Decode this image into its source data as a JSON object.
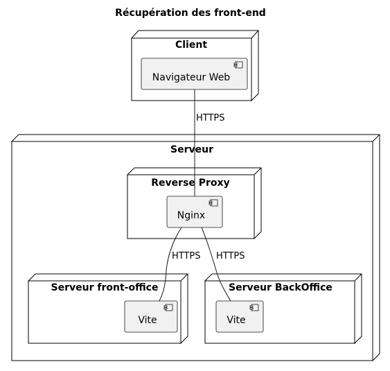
{
  "title": "Récupération des front-end",
  "nodes": {
    "client": "Client",
    "serveur": "Serveur",
    "reverse_proxy": "Reverse Proxy",
    "front_office": "Serveur front-office",
    "backoffice": "Serveur BackOffice"
  },
  "components": {
    "navigateur": "Navigateur Web",
    "nginx": "Nginx",
    "vite_front": "Vite",
    "vite_back": "Vite"
  },
  "edges": {
    "client_proxy": "HTTPS",
    "proxy_front": "HTTPS",
    "proxy_back": "HTTPS"
  },
  "colors": {
    "component_fill": "#f1f1f1",
    "stroke": "#181818"
  }
}
